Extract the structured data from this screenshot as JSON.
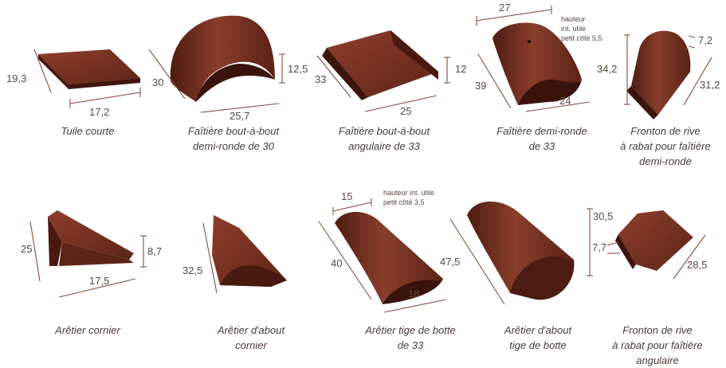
{
  "tiles": [
    {
      "caption": [
        "Tuile courte"
      ],
      "dims": [
        "19,3",
        "17,2"
      ]
    },
    {
      "caption": [
        "Faîtière bout-à-bout",
        "demi-ronde de 30"
      ],
      "dims": [
        "30",
        "12,5",
        "25,7"
      ]
    },
    {
      "caption": [
        "Faîtière bout-à-bout",
        "angulaire de 33"
      ],
      "dims": [
        "33",
        "12",
        "25"
      ]
    },
    {
      "caption": [
        "Faîtière demi-ronde",
        "de 33"
      ],
      "dims": [
        "27",
        "39",
        "24"
      ],
      "note": [
        "hauteur",
        "int. utile",
        "petit côté 5,5"
      ]
    },
    {
      "caption": [
        "Fronton de rive",
        "à rabat pour faîtière",
        "demi-ronde"
      ],
      "dims": [
        "34,2",
        "7,2",
        "31,2"
      ]
    },
    {
      "caption": [
        "Arêtier cornier"
      ],
      "dims": [
        "25",
        "8,7",
        "17,5"
      ]
    },
    {
      "caption": [
        "Arêtier d'about",
        "cornier"
      ],
      "dims": [
        "32,5"
      ]
    },
    {
      "caption": [
        "Arêtier tige de botte",
        "de 33"
      ],
      "dims": [
        "15",
        "40",
        "18"
      ],
      "note": [
        "hauteur int. utile",
        "petit côté 3,5"
      ]
    },
    {
      "caption": [
        "Arêtier d'about",
        "tige de botte"
      ],
      "dims": [
        "47,5"
      ]
    },
    {
      "caption": [
        "Fronton de rive",
        "à rabat pour faîtière",
        "angulaire"
      ],
      "dims": [
        "30,5",
        "7,7",
        "28,5"
      ]
    }
  ],
  "colors": {
    "tile_dark": "#5a2418",
    "tile_mid": "#7a3424",
    "tile_light": "#9a4a34",
    "dim_line": "#8a4a40"
  }
}
